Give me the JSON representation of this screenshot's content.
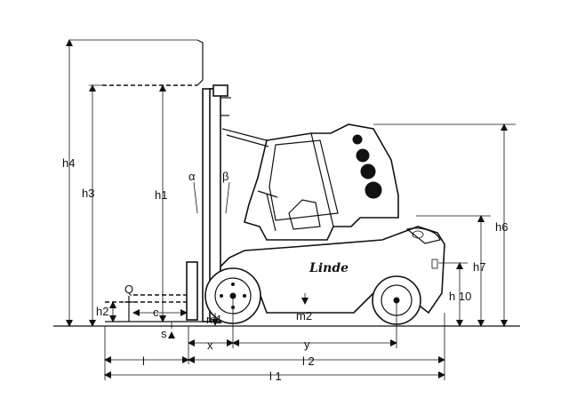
{
  "labels": {
    "h4": "h4",
    "h3": "h3",
    "h1": "h1",
    "h2": "h2",
    "h6": "h6",
    "h7": "h7",
    "h10": "h 10",
    "Q": "Q",
    "c": "c",
    "s": "s",
    "m1": "m1",
    "m2": "m2",
    "x": "x",
    "y": "y",
    "l": "l",
    "l2": "l 2",
    "l1": "l 1",
    "alpha": "α",
    "beta": "β"
  },
  "brand": "Linde"
}
